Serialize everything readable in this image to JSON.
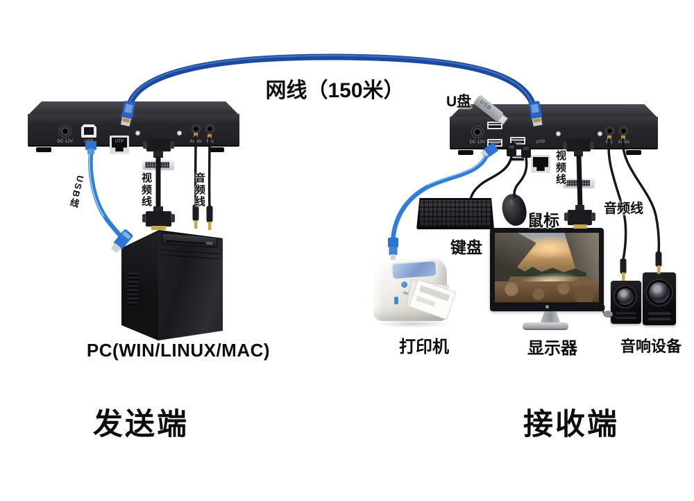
{
  "scene": {
    "link_label": "网线（150米）",
    "sender_caption": "发送端",
    "receiver_caption": "接收端"
  },
  "sender": {
    "ports": {
      "dc": "DC 12V",
      "usb": "USB",
      "utp": "UTP",
      "dvi": "DVI IN",
      "audio": "Audio",
      "mic": "Mic"
    },
    "cables": {
      "usb": "USB线",
      "video": "视频线",
      "audio": "音频线"
    },
    "pc_label": "PC(WIN/LINUX/MAC)"
  },
  "receiver": {
    "ports": {
      "dc": "DC 12V",
      "utp": "UTP",
      "dvi": "DVI OUT",
      "mic": "Mic",
      "audio": "Audio"
    },
    "cables": {
      "video": "视频线",
      "audio": "音频线"
    },
    "devices": {
      "usb_drive": "U盘",
      "usb_drive_body_text": "USB",
      "keyboard": "键盘",
      "mouse": "鼠标",
      "printer": "打印机",
      "monitor": "显示器",
      "speakers": "音响设备"
    }
  },
  "colors": {
    "ethernet_cable": "#1b4a9e",
    "usb_cable": "#2f7fd8",
    "device_chassis": "#26262b",
    "gold_plug": "#c9a84c",
    "label_text": "#0d0d0d"
  }
}
